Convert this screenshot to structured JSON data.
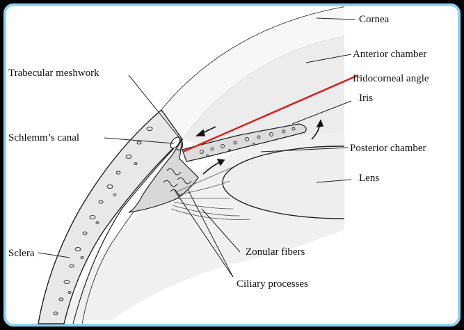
{
  "diagram": {
    "labels": {
      "cornea": "Cornea",
      "anterior_chamber": "Anterior chamber",
      "iridocorneal_angle": "Iridocorneal angle",
      "iris": "Iris",
      "posterior_chamber": "Posterior chamber",
      "lens": "Lens",
      "trabecular_meshwork": "Trabecular meshwork",
      "schlemms_canal": "Schlemm’s canal",
      "sclera": "Sclera",
      "zonular_fibers": "Zonular fibers",
      "ciliary_processes": "Ciliary processes"
    },
    "colors": {
      "frame_border": "#8fd3f4",
      "angle_line": "#d91e1e",
      "tissue_fill": "#e6e6e6",
      "outline": "#222222"
    }
  }
}
